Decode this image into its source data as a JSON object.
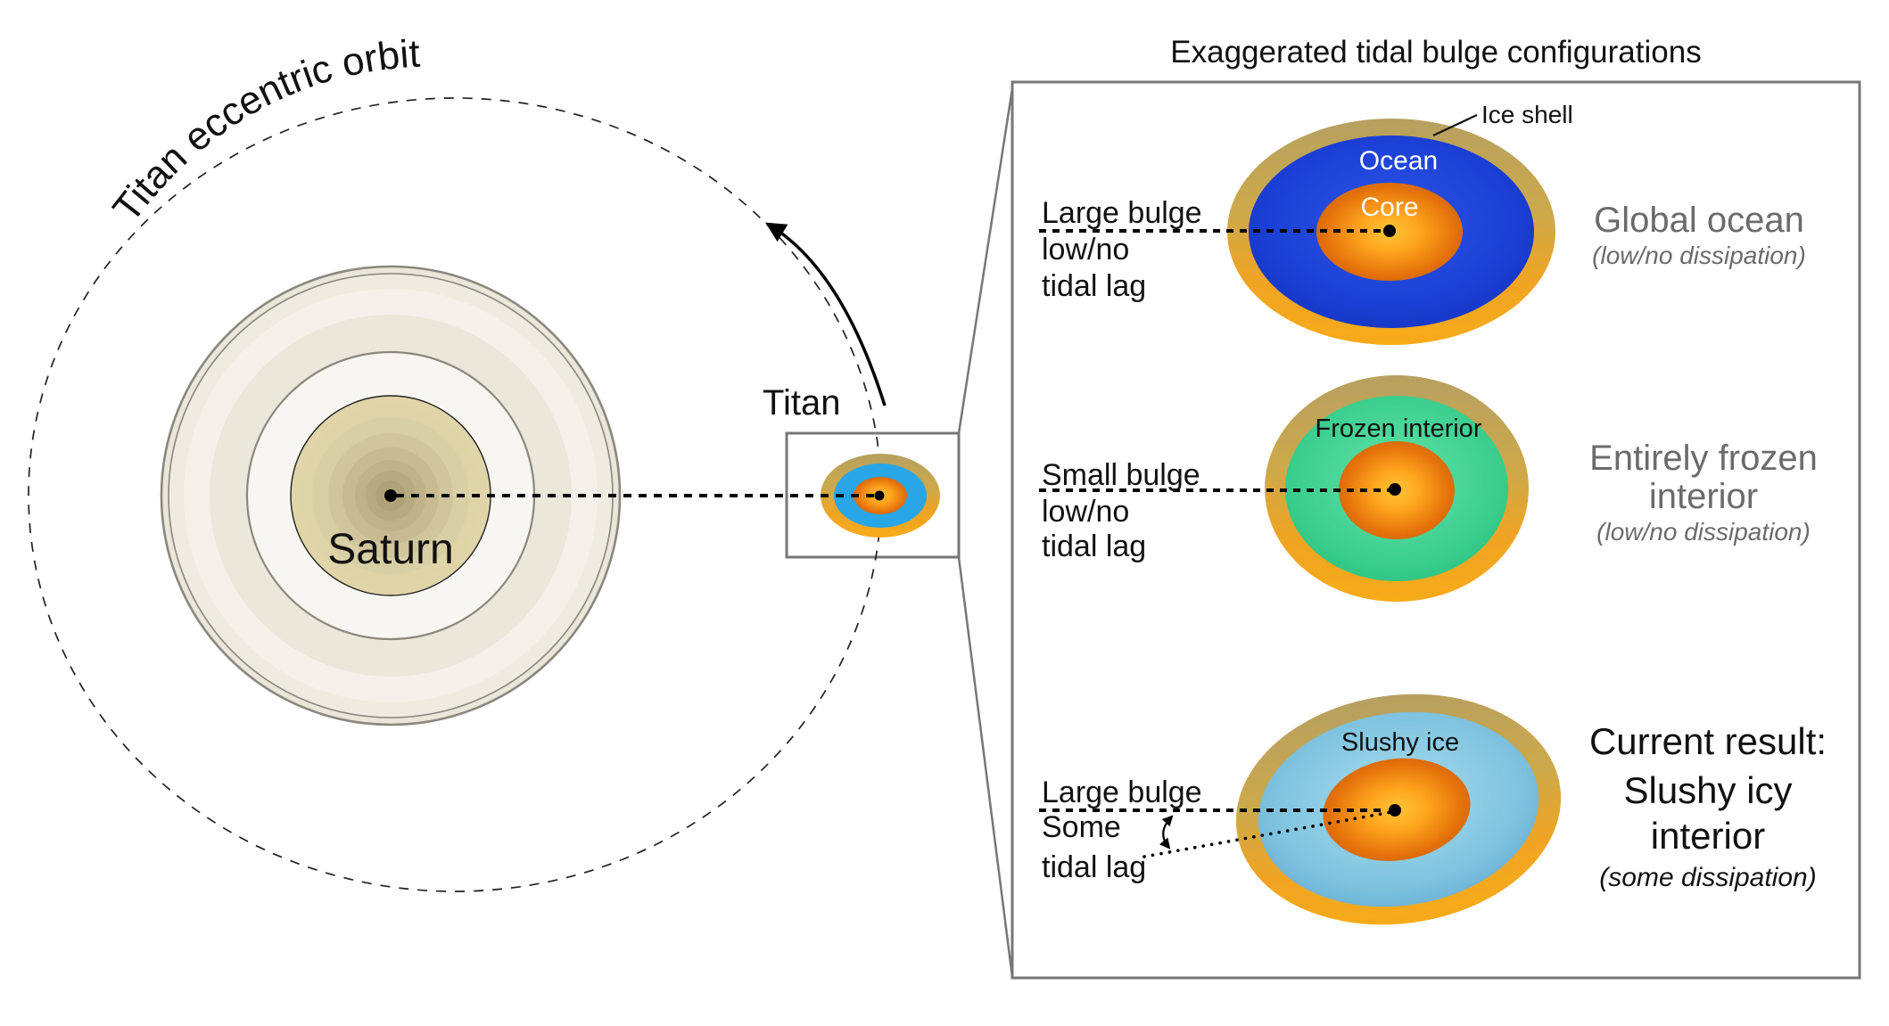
{
  "title": "Exaggerated tidal bulge configurations",
  "orbit": {
    "label": "Titan eccentric orbit"
  },
  "saturn": {
    "label": "Saturn"
  },
  "titan": {
    "label": "Titan"
  },
  "ice_shell_label": "Ice shell",
  "configs": [
    {
      "bulge_line1": "Large bulge",
      "bulge_line2": "low/no",
      "bulge_line3": "tidal lag",
      "interior_label": "Ocean",
      "core_label": "Core",
      "result_line1": "Global ocean",
      "result_note": "(low/no dissipation)"
    },
    {
      "bulge_line1": "Small bulge",
      "bulge_line2": "low/no",
      "bulge_line3": "tidal lag",
      "interior_label": "Frozen interior",
      "result_line1": "Entirely frozen",
      "result_line2": "interior",
      "result_note": "(low/no dissipation)"
    },
    {
      "bulge_line1": "Large bulge",
      "bulge_line2": "Some",
      "bulge_line3": "tidal lag",
      "interior_label": "Slushy ice",
      "result_line1": "Current result:",
      "result_line2": "Slushy icy",
      "result_line3": "interior",
      "result_note": "(some dissipation)"
    }
  ],
  "colors": {
    "shell_khaki_top": "#bda25c",
    "shell_gold_bottom": "#f5a71e",
    "ocean_blue": "#1b3fd4",
    "frozen_green": "#39cd8c",
    "slush_blue": "#7fc3df",
    "core_orange": "#e4720a",
    "titan_ocean_blue": "#29a6e8",
    "label_gray": "#6b6b6b",
    "panel_border": "#777777"
  }
}
